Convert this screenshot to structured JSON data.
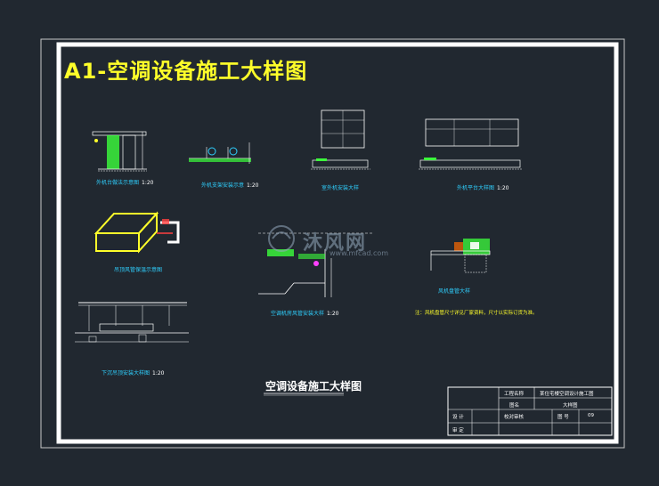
{
  "drawing": {
    "main_title": "A1-空调设备施工大样图",
    "subtitle": "空调设备施工大样图"
  },
  "details": [
    {
      "caption": "外机台做法示意图",
      "scale": "1:20"
    },
    {
      "caption": "外机支架安装示意",
      "scale": "1:20"
    },
    {
      "caption": "室外机安装大样",
      "scale": ""
    },
    {
      "caption": "外机平台大样图",
      "scale": "1:20"
    },
    {
      "caption": "吊顶风管保温示意图",
      "scale": ""
    },
    {
      "caption": "空调机房风管安装大样",
      "scale": "1:20"
    },
    {
      "caption": "风机盘管大样",
      "scale": ""
    },
    {
      "caption": "下沉吊顶安装大样图",
      "scale": "1:20"
    }
  ],
  "note": "注：风机盘管尺寸详见厂家资料，尺寸以实际订货为准。",
  "watermark": {
    "text": "沐风网",
    "url": "www.mfcad.com"
  },
  "title_block": {
    "project_label": "工程名称",
    "project_value": "某住宅楼空调设计施工图",
    "item_label": "图名",
    "item_value": "大样图",
    "name_label": "设 计",
    "review_label": "审 定",
    "number_label": "图 号",
    "number_value": "09",
    "check_label": "校对审核"
  },
  "colors": {
    "background": "#212830",
    "frame": "#ffffff",
    "title": "#ffff2a",
    "caption": "#2fd0ff",
    "line_green": "#3cff3c",
    "line_magenta": "#ff40ff"
  }
}
